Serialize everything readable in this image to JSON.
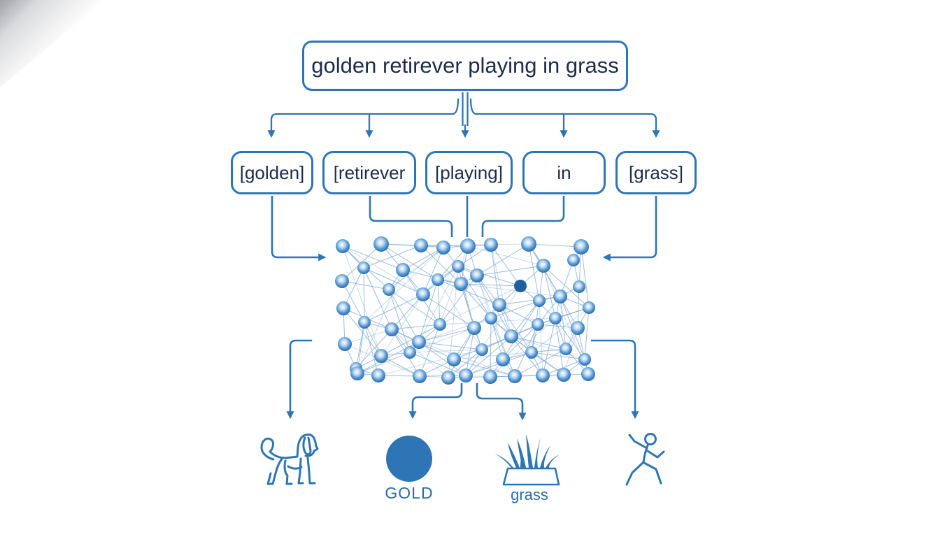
{
  "prompt": {
    "text": "golden retirever playing in grass"
  },
  "tokens": [
    {
      "label": "[golden]"
    },
    {
      "label": "[retirever"
    },
    {
      "label": "[playing]"
    },
    {
      "label": "in"
    },
    {
      "label": "[grass]"
    }
  ],
  "outputs": {
    "dog": {
      "icon": "dog-icon",
      "label": ""
    },
    "gold": {
      "icon": "gold-circle-icon",
      "label": "GOLD"
    },
    "grass": {
      "icon": "grass-icon",
      "label": "grass"
    },
    "runner": {
      "icon": "running-person-icon",
      "label": ""
    }
  },
  "colors": {
    "primary": "#2e75b6",
    "text_dark": "#1b2c4e",
    "edge": "#84add9",
    "label": "#2b6cad",
    "node_dark": "#1d5fa0"
  },
  "network": {
    "dark_index": 23,
    "nodes": [
      [
        490,
        352,
        10
      ],
      [
        545,
        349,
        11
      ],
      [
        602,
        351,
        10
      ],
      [
        634,
        354,
        10
      ],
      [
        669,
        352,
        11
      ],
      [
        702,
        350,
        10
      ],
      [
        756,
        349,
        11
      ],
      [
        831,
        353,
        11
      ],
      [
        520,
        383,
        9
      ],
      [
        576,
        386,
        10
      ],
      [
        655,
        381,
        9
      ],
      [
        682,
        394,
        10
      ],
      [
        777,
        380,
        10
      ],
      [
        820,
        372,
        9
      ],
      [
        489,
        402,
        10
      ],
      [
        491,
        441,
        10
      ],
      [
        493,
        492,
        10
      ],
      [
        509,
        527,
        9
      ],
      [
        556,
        414,
        9
      ],
      [
        605,
        421,
        10
      ],
      [
        626,
        400,
        9
      ],
      [
        659,
        406,
        10
      ],
      [
        714,
        436,
        10
      ],
      [
        744,
        409,
        9
      ],
      [
        771,
        430,
        9
      ],
      [
        801,
        424,
        10
      ],
      [
        828,
        410,
        9
      ],
      [
        842,
        440,
        9
      ],
      [
        521,
        461,
        9
      ],
      [
        560,
        471,
        10
      ],
      [
        599,
        489,
        10
      ],
      [
        629,
        464,
        9
      ],
      [
        678,
        469,
        10
      ],
      [
        702,
        455,
        9
      ],
      [
        731,
        481,
        10
      ],
      [
        769,
        464,
        9
      ],
      [
        794,
        455,
        9
      ],
      [
        826,
        469,
        10
      ],
      [
        545,
        509,
        10
      ],
      [
        586,
        504,
        9
      ],
      [
        649,
        514,
        10
      ],
      [
        689,
        500,
        9
      ],
      [
        719,
        514,
        10
      ],
      [
        760,
        504,
        9
      ],
      [
        809,
        499,
        9
      ],
      [
        836,
        514,
        9
      ],
      [
        511,
        534,
        10
      ],
      [
        541,
        537,
        10
      ],
      [
        600,
        538,
        10
      ],
      [
        641,
        540,
        10
      ],
      [
        666,
        537,
        10
      ],
      [
        701,
        539,
        10
      ],
      [
        736,
        538,
        10
      ],
      [
        776,
        537,
        10
      ],
      [
        806,
        536,
        10
      ],
      [
        841,
        535,
        10
      ]
    ]
  }
}
